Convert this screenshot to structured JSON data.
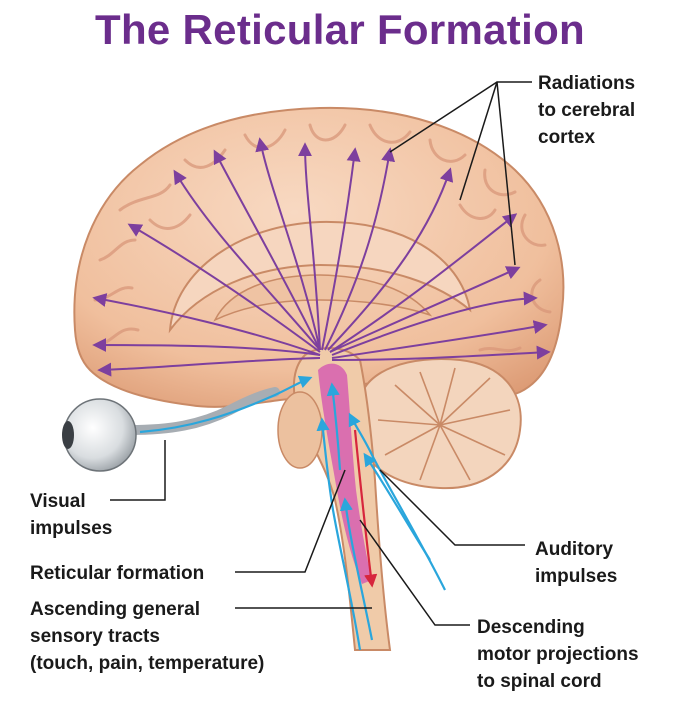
{
  "title": "The Reticular Formation",
  "labels": {
    "radiations": [
      "Radiations",
      "to cerebral",
      "cortex"
    ],
    "visual": [
      "Visual",
      "impulses"
    ],
    "reticular": [
      "Reticular formation"
    ],
    "ascending": [
      "Ascending general",
      "sensory tracts",
      "(touch, pain, temperature)"
    ],
    "auditory": [
      "Auditory",
      "impulses"
    ],
    "descending": [
      "Descending",
      "motor projections",
      "to spinal cord"
    ]
  },
  "colors": {
    "title": "#6b2d8c",
    "radiation_arrows": "#7d3f9e",
    "sensory_arrows": "#2aa6dc",
    "motor_arrow": "#d7263d",
    "reticular_formation": "#d65fb0",
    "brain": "#f2c3a4",
    "leader_lines": "#1a1a1a"
  }
}
